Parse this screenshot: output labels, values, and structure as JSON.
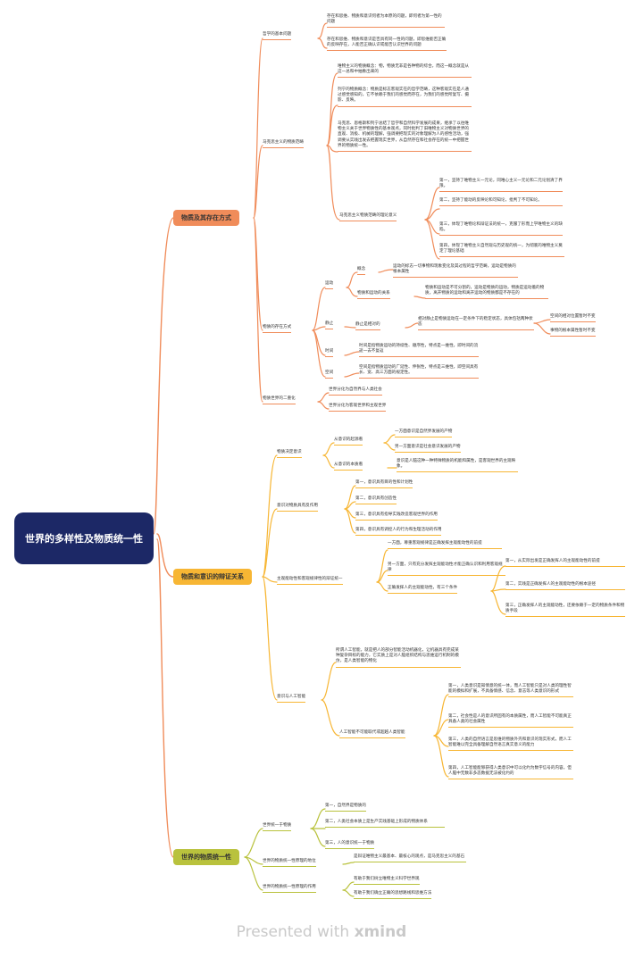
{
  "root": "世界的多样性及物质统一性",
  "b1": {
    "label": "物质及其存在方式",
    "philo": {
      "label": "哲学的基本问题",
      "a": "存在和思维、物质和意识何者为本原的问题，即何者为第一性的问题",
      "b": "存在和思维、物质和意识是否具有同一性的问题，即思维能否正确的反映存在，人能否正确认识或能否认识世界的问题"
    },
    "marx": {
      "label": "马克思主义的物质范畴",
      "a": "唯物主义的物质概念：物，物质无非是各种物的综合，而这一概念就是从这一总和中抽象出来的",
      "b": "列宁的物质概念：物质是标志客观实在的哲学范畴，这种客观实在是人通过感觉感知的，它不依赖于我们的感觉而存在，为我们的感觉所复写、摄影、反映。",
      "c": "马克思、恩格斯和列宁总结了哲学和自然科学发展的成果，继承了以往唯物主义关于世界物质性的基本观点，同时批判了旧唯物主义对物质世界的直观、消极、机械的理解，强调要把现实的对象理解为人的感性活动，强调要从实践出发去把握现实世界，从自然存在和社会存在的统一中把握世界的物质统一性。",
      "sig": {
        "label": "马克思主义物质范畴的理论意义",
        "s1": "第一，坚持了唯物主义一元论，同唯心主义一元论和二元论划清了界限。",
        "s2": "第二，坚持了能动的反映论和可知论，批判了不可知论。",
        "s3": "第三，体现了唯物论和辩证法的统一，克服了形而上学唯物主义的缺陷。",
        "s4": "第四，体现了唯物主义自然观与历史观的统一，为彻底的唯物主义奠定了理论基础"
      }
    },
    "exist": {
      "label": "物质的存在方式",
      "motion": {
        "label": "运动",
        "concept": {
          "label": "概念",
          "text": "运动的标志一切事物和现象变化及其过程的哲学范畴，运动是物质的根本属性"
        },
        "relation": {
          "label": "物质和运动的关系",
          "text": "物质和运动是不可分割的，运动是物质的运动，物质是运动着的物质，离开物质的运动和离开运动的物质都是不存在的"
        }
      },
      "rest": {
        "label": "静止",
        "sub": "静止是相对的",
        "def": "相对静止是物质运动在一定条件下的稳定状态，具体包括两种状态",
        "x": "空间的相对位置暂时不变",
        "y": "事物的根本属性暂时不变"
      },
      "time": {
        "label": "时间",
        "text": "时间是指物质运动的持续性、顺序性，特点是一维性，即时间的流逝一去不复返"
      },
      "space": {
        "label": "空间",
        "text": "空间是指物质运动的广延性、伸张性，特点是三维性，即空间具有长、宽、高三方面的规定性。"
      }
    },
    "diff": {
      "label": "物质世界的二重化",
      "a": "世界分化为自然界与人类社会",
      "b": "世界分化为客观世界和主观世界"
    }
  },
  "b2": {
    "label": "物质和意识的辩证关系",
    "decide": {
      "label": "物质决定意识",
      "origin": {
        "label": "从意识的起源看",
        "a": "一方面意识是自然界发展的产物",
        "b": "另一方面意识是社会意识发展的产物"
      },
      "essence": {
        "label": "从意识的本质看",
        "a": "意识是人脑这种一种特殊物质的机能和属性，是客观世界的主观映象。"
      }
    },
    "react": {
      "label": "意识对物质具有反作用",
      "a": "第一，意识具有目的性和计划性",
      "b": "第二，意识具有创造性",
      "c": "第三，意识具有指导实践改造客观世界的作用",
      "d": "第四，意识具有调控人的行为和生理活动的作用"
    },
    "unity": {
      "label": "主观能动性和客观规律性的辩证统一",
      "a": "一方面，尊重客观规律是正确发挥主观能动性的前提",
      "b": "另一方面，只有充分发挥主观能动性才能正确认识和利用客观规律",
      "cond": {
        "label": "正确发挥人的主观能动性，有三个条件",
        "c1": "第一，从实际出发是正确发挥人的主观能动性的前提",
        "c2": "第二，实践是正确发挥人的主观能动性的根本途径",
        "c3": "第三，正确发挥人的主观能动性，还要依赖于一定的物质条件和物质手段"
      }
    },
    "ai": {
      "label": "意识与人工智能",
      "def": "所谓人工智能，就是把人的部分智能活动机器化，让机器具有完成某种复杂目标的能力，它实质上是对人脑组织结构与思维运行机制的模仿，是人类智能的物化",
      "cannot": {
        "label": "人工智能不可能取代或超越人类智能",
        "a": "第一，人类意识是知情意的统一体，而人工智能只是对人类的理性智能的模拟和扩展，不具备情感、信念、意志等人类意识的形式",
        "b": "第二，社会性是人的意识所固有的本质属性，而人工智能不可能真正具备人类的社会属性",
        "c": "第三，人类的自然语言是思维的物质外壳和意识的现实形式，而人工智能难以完全具备理解自然语言真实意义的能力",
        "d": "第四，人工智能能够获得人类意识中可以化约为数字信号的内容，但人脑中无数非多态数据无法被化约的"
      }
    }
  },
  "b3": {
    "label": "世界的物质统一性",
    "unity": {
      "label": "世界统一于物质",
      "a": "第一，自然界是物质的",
      "b": "第二，人类社会本质上是生产实践基础上形成的物质体系",
      "c": "第三，人的意识统一于物质"
    },
    "status": {
      "label": "世界的物质统一性原理的地位",
      "a": "是辩证唯物主义最基本、最核心的观点，是马克思主义的基石"
    },
    "effect": {
      "label": "世界的物质统一性原理的作用",
      "a": "有助于我们树立唯物主义科学世界观",
      "b": "有助于我们确立正确的思想路线和思维方法"
    }
  },
  "footer": {
    "presented": "Presented with",
    "brand": "xmind"
  },
  "colors": {
    "root": "#1c2866",
    "branch1": "#f08c5a",
    "branch2": "#f7b634",
    "branch3": "#b9c23d"
  }
}
